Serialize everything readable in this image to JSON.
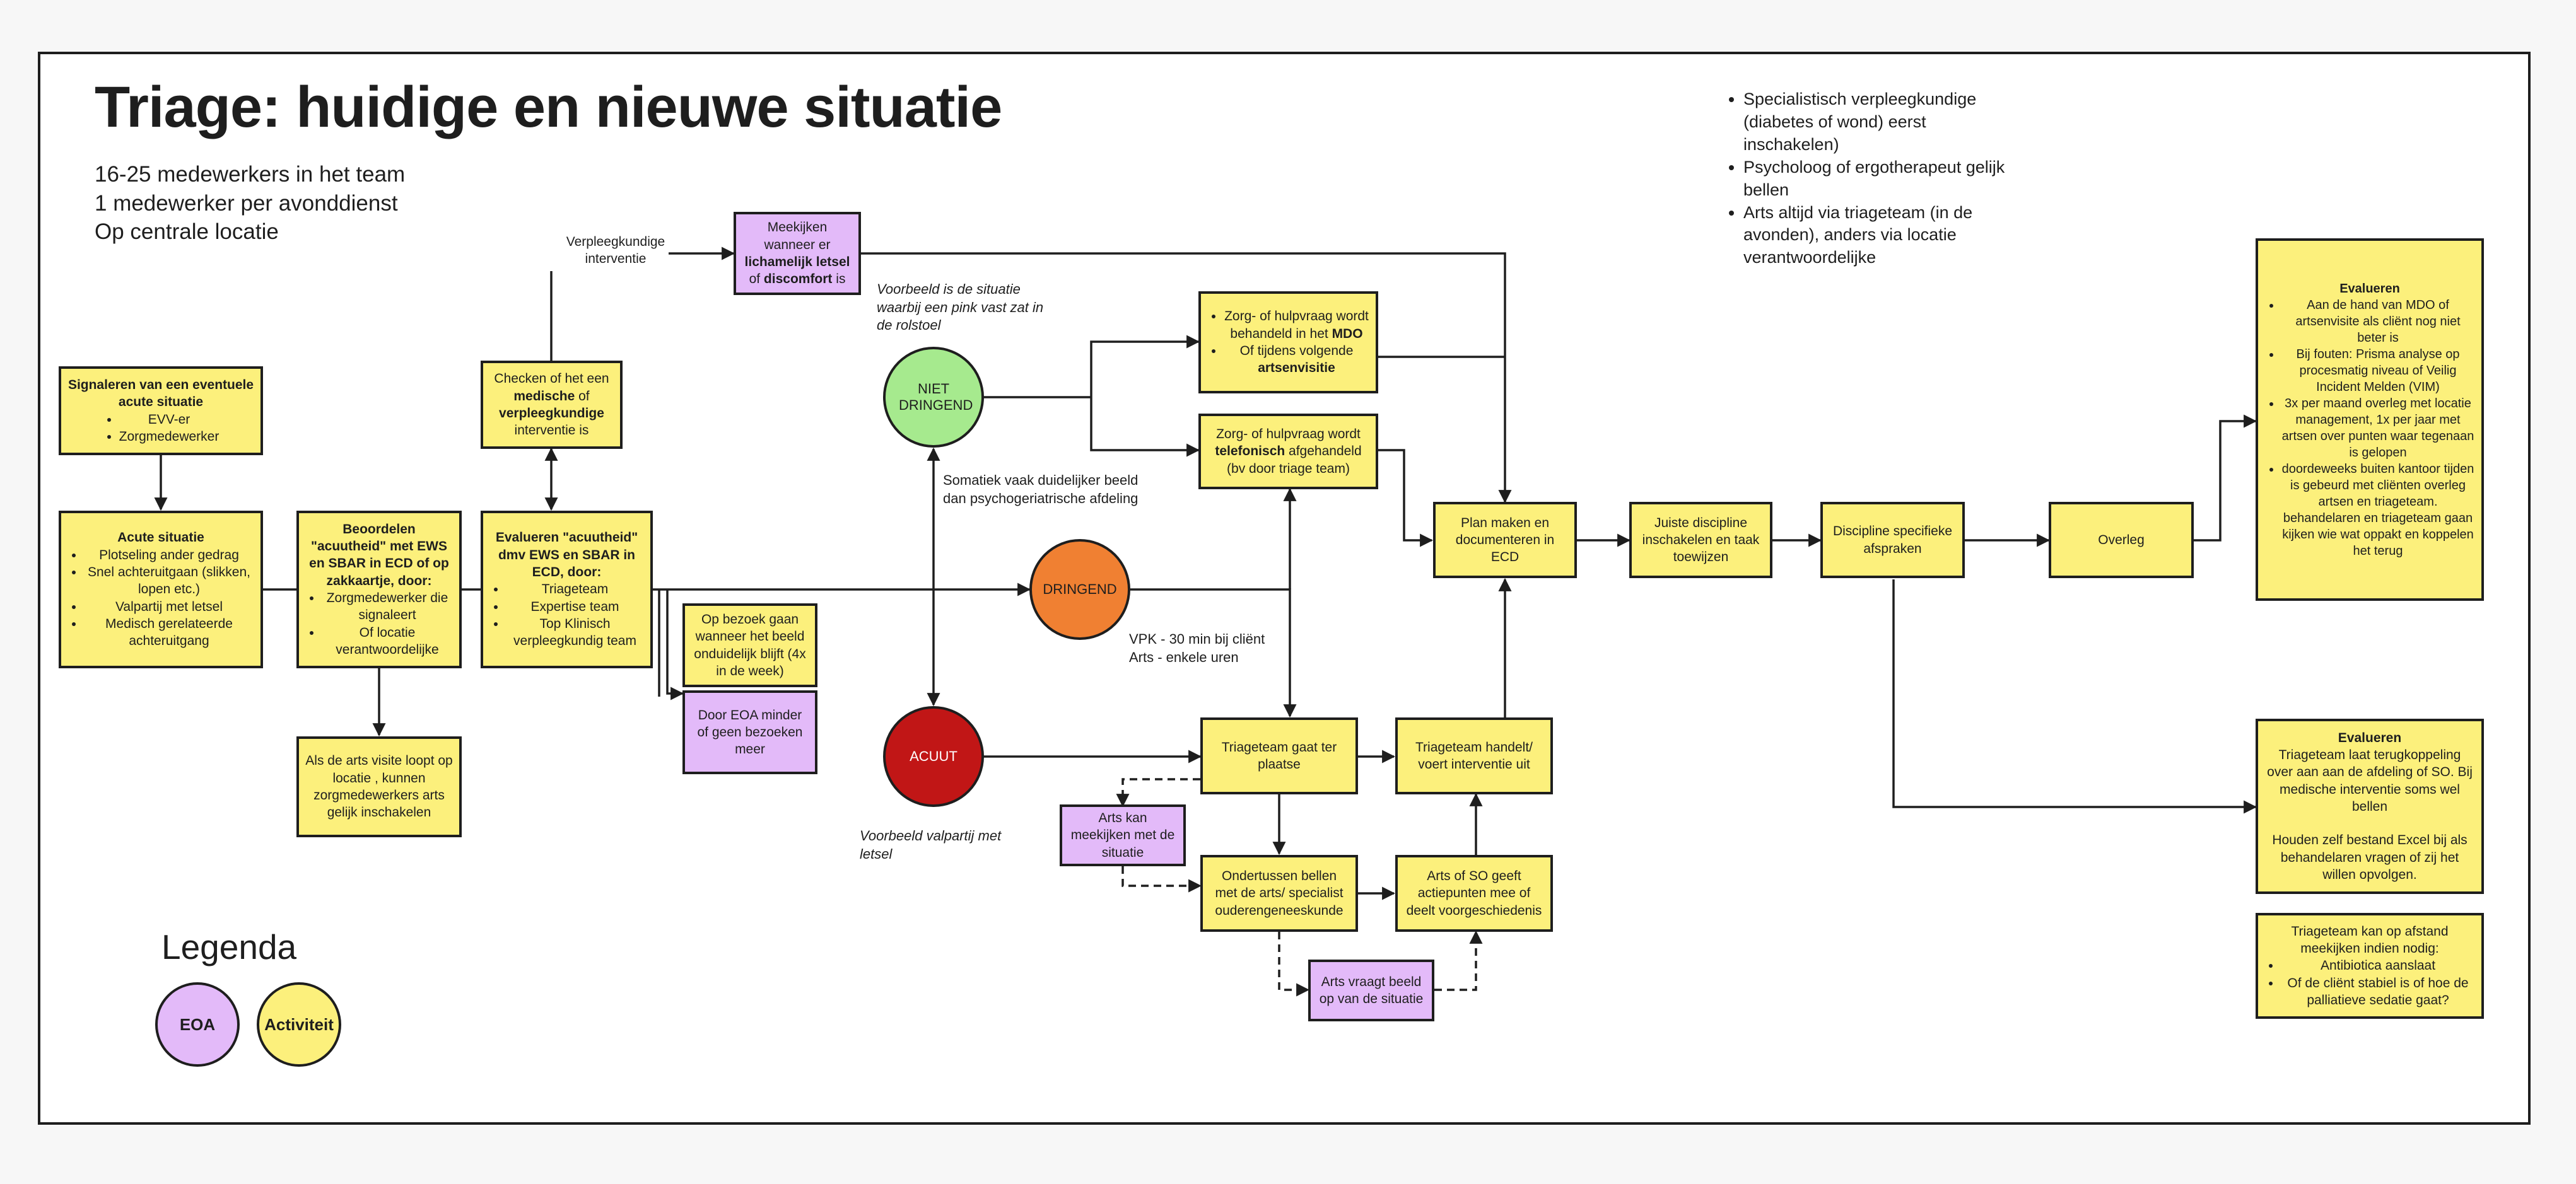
{
  "title": "Triage: huidige en nieuwe situatie",
  "subtitle_lines": [
    "16-25 medewerkers in het team",
    "1 medewerker per avonddienst",
    "Op centrale locatie"
  ],
  "top_notes": [
    "Specialistisch verpleegkundige (diabetes of wond) eerst inschakelen)",
    "Psycholoog of ergotherapeut gelijk bellen",
    "Arts altijd via triageteam (in de avonden), anders via locatie verantwoordelijke"
  ],
  "legend": {
    "title": "Legenda",
    "eoa": "EOA",
    "activity": "Activiteit"
  },
  "colors": {
    "activity": "#fcf07c",
    "eoa": "#e3baf9",
    "niet_dringend": "#a6ea8e",
    "dringend": "#f08032",
    "acuut": "#c11616"
  },
  "labels": {
    "verpleegkundige": "Verpleegkundige interventie",
    "voorbeeld_pink": "Voorbeeld is de situatie waarbij een pink vast zat in de rolstoel",
    "somatiek": "Somatiek vaak duidelijker beeld dan psychogeriatrische afdeling",
    "vpk": "VPK - 30 min bij cliënt",
    "arts_uren": "Arts - enkele uren",
    "voorbeeld_valpartij": "Voorbeeld valpartij met letsel"
  },
  "nodes": {
    "signaleren": {
      "title": "Signaleren van een eventuele acute situatie",
      "items": [
        "EVV-er",
        "Zorgmedewerker"
      ]
    },
    "acute": {
      "title": "Acute situatie",
      "items": [
        "Plotseling ander gedrag",
        "Snel achteruitgaan (slikken, lopen etc.)",
        "Valpartij met letsel",
        "Medisch gerelateerde achteruitgang"
      ]
    },
    "beoordelen": {
      "title": "Beoordelen \"acuutheid\" met EWS en SBAR in ECD of op zakkaartje, door:",
      "items": [
        "Zorgmedewerker die signaleert",
        "Of locatie verantwoordelijke"
      ]
    },
    "als_arts": {
      "text": "Als de arts visite loopt op locatie , kunnen zorgmedewerkers arts gelijk inschakelen"
    },
    "checken": {
      "a": "Checken of het een ",
      "b": "medische",
      "c": " of ",
      "d": "verpleegkundige",
      "e": " interventie is"
    },
    "evalueren_ews": {
      "title": "Evalueren \"acuutheid\" dmv EWS en SBAR in ECD, door:",
      "items": [
        "Triageteam",
        "Expertise team",
        "Top Klinisch verpleegkundig team"
      ]
    },
    "meekijken": {
      "a": "Meekijken wanneer er ",
      "b": "lichamelijk letsel",
      "c": " of ",
      "d": "discomfort",
      "e": " is"
    },
    "op_bezoek": {
      "text": "Op bezoek gaan wanneer het beeld onduidelijk blijft (4x in de week)"
    },
    "door_eoa": {
      "text": "Door EOA minder of geen bezoeken meer"
    },
    "niet_dringend": {
      "text": "NIET DRINGEND"
    },
    "dringend": {
      "text": "DRINGEND"
    },
    "acuut": {
      "text": "ACUUT"
    },
    "zorg_mdo": {
      "i1a": "Zorg- of hulpvraag wordt behandeld in het ",
      "i1b": "MDO",
      "i2a": "Of tijdens volgende ",
      "i2b": "artsenvisitie"
    },
    "zorg_tel": {
      "a": "Zorg- of hulpvraag wordt ",
      "b": "telefonisch",
      "c": " afgehandeld (bv door triage team)"
    },
    "triage_plaatse": {
      "text": "Triageteam gaat ter plaatse"
    },
    "triage_handelt": {
      "text": "Triageteam handelt/ voert interventie uit"
    },
    "arts_kan": {
      "text": "Arts kan meekijken met de situatie"
    },
    "ondertussen": {
      "text": "Ondertussen bellen met de arts/ specialist ouderengeneeskunde"
    },
    "arts_so": {
      "text": "Arts of SO geeft actiepunten mee of deelt voorgeschiedenis"
    },
    "arts_vraagt": {
      "text": "Arts vraagt beeld op van de situatie"
    },
    "plan": {
      "text": "Plan maken en documenteren in ECD"
    },
    "juiste": {
      "text": "Juiste discipline inschakelen en taak toewijzen"
    },
    "discipline": {
      "text": "Discipline specifieke afspraken"
    },
    "overleg": {
      "text": "Overleg"
    },
    "evalueren1": {
      "title": "Evalueren",
      "items": [
        "Aan de hand van MDO of artsenvisite als cliënt nog niet beter is",
        "Bij fouten: Prisma analyse op procesmatig niveau of Veilig Incident Melden (VIM)",
        "3x per maand overleg met locatie management, 1x per jaar met artsen over punten waar tegenaan is gelopen",
        "doordeweeks buiten kantoor tijden is gebeurd met cliënten overleg artsen en triageteam. behandelaren en triageteam gaan kijken wie wat oppakt en koppelen het terug"
      ]
    },
    "evalueren2": {
      "title": "Evalueren",
      "text1": "Triageteam laat terugkoppeling over aan aan de afdeling of SO. Bij medische interventie soms wel bellen",
      "text2": "Houden zelf bestand Excel bij als behandelaren vragen of zij het willen opvolgen."
    },
    "triageteam_afstand": {
      "title": "Triageteam kan op afstand meekijken indien nodig:",
      "items": [
        "Antibiotica aanslaat",
        "Of de cliënt stabiel is of hoe de palliatieve sedatie gaat?"
      ]
    }
  }
}
